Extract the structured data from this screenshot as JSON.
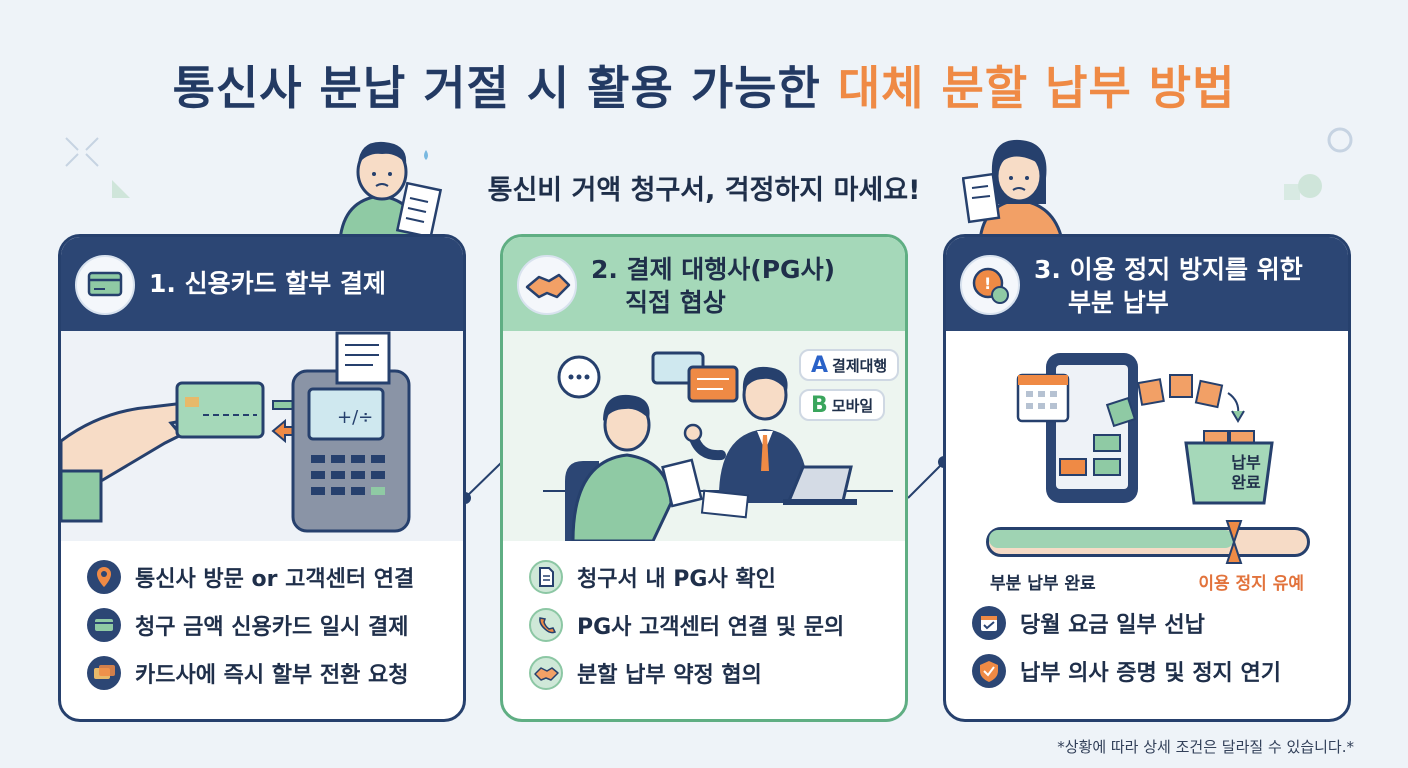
{
  "title": {
    "main": "통신사 분납 거절 시 활용 가능한 ",
    "highlight": "대체 분할 납부 방법"
  },
  "subtitle": "통신비 거액 청구서, 걱정하지 마세요!",
  "cards": [
    {
      "title_line1": "1. 신용카드 할부 결제",
      "title_line2": "",
      "items": [
        {
          "icon": "location-pin-icon",
          "label": "통신사 방문 or 고객센터 연결"
        },
        {
          "icon": "credit-card-icon",
          "label": "청구 금액 신용카드 일시 결제"
        },
        {
          "icon": "card-switch-icon",
          "label": "카드사에 즉시 할부 전환 요청"
        }
      ]
    },
    {
      "title_line1": "2. 결제 대행사(PG사)",
      "title_line2": "직접 협상",
      "badges": [
        {
          "letter": "A",
          "label": "결제대행"
        },
        {
          "letter": "B",
          "label": "모바일"
        }
      ],
      "items": [
        {
          "icon": "document-icon",
          "label": "청구서 내 PG사 확인"
        },
        {
          "icon": "phone-icon",
          "label": "PG사 고객센터 연결 및 문의"
        },
        {
          "icon": "handshake-icon",
          "label": "분할 납부 약정 협의"
        }
      ]
    },
    {
      "title_line1": "3. 이용 정지 방지를 위한",
      "title_line2": "부분 납부",
      "basket_label_1": "납부",
      "basket_label_2": "완료",
      "progress": {
        "value": 0.77,
        "left_label": "부분 납부 완료",
        "right_label": "이용 정지 유예"
      },
      "items": [
        {
          "icon": "calendar-check-icon",
          "label": "당월 요금 일부 선납"
        },
        {
          "icon": "shield-check-icon",
          "label": "납부 의사 증명 및 정지 연기"
        }
      ]
    }
  ],
  "footnote": "*상황에 따라 상세 조건은 달라질 수 있습니다.*",
  "colors": {
    "navy": "#26406d",
    "orange": "#ef8a45",
    "mint": "#a5d8b9",
    "background": "#eef3f8"
  }
}
